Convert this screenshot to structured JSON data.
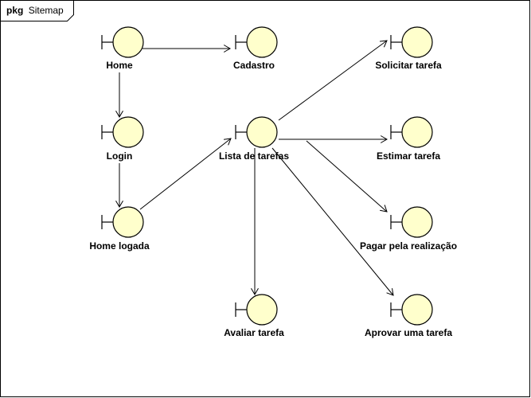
{
  "package": {
    "keyword": "pkg",
    "name": "Sitemap"
  },
  "colors": {
    "boundary_fill": "#ffffcc",
    "stroke": "#000000",
    "background": "#ffffff"
  },
  "nodes": [
    {
      "id": "home",
      "label": "Home",
      "icon": "boundary-icon"
    },
    {
      "id": "cadastro",
      "label": "Cadastro",
      "icon": "boundary-icon"
    },
    {
      "id": "login",
      "label": "Login",
      "icon": "boundary-icon"
    },
    {
      "id": "home-logada",
      "label": "Home logada",
      "icon": "boundary-icon"
    },
    {
      "id": "lista-de-tarefas",
      "label": "Lista de tarefas",
      "icon": "boundary-icon"
    },
    {
      "id": "solicitar-tarefa",
      "label": "Solicitar tarefa",
      "icon": "boundary-icon"
    },
    {
      "id": "estimar-tarefa",
      "label": "Estimar tarefa",
      "icon": "boundary-icon"
    },
    {
      "id": "pagar-pela-realizacao",
      "label": "Pagar pela realização",
      "icon": "boundary-icon"
    },
    {
      "id": "avaliar-tarefa",
      "label": "Avaliar tarefa",
      "icon": "boundary-icon"
    },
    {
      "id": "aprovar-uma-tarefa",
      "label": "Aprovar uma tarefa",
      "icon": "boundary-icon"
    }
  ],
  "edges": [
    {
      "from": "home",
      "to": "cadastro"
    },
    {
      "from": "home",
      "to": "login"
    },
    {
      "from": "login",
      "to": "home-logada"
    },
    {
      "from": "home-logada",
      "to": "lista-de-tarefas"
    },
    {
      "from": "lista-de-tarefas",
      "to": "solicitar-tarefa"
    },
    {
      "from": "lista-de-tarefas",
      "to": "estimar-tarefa"
    },
    {
      "from": "lista-de-tarefas",
      "to": "pagar-pela-realizacao"
    },
    {
      "from": "lista-de-tarefas",
      "to": "avaliar-tarefa"
    },
    {
      "from": "lista-de-tarefas",
      "to": "aprovar-uma-tarefa"
    }
  ]
}
